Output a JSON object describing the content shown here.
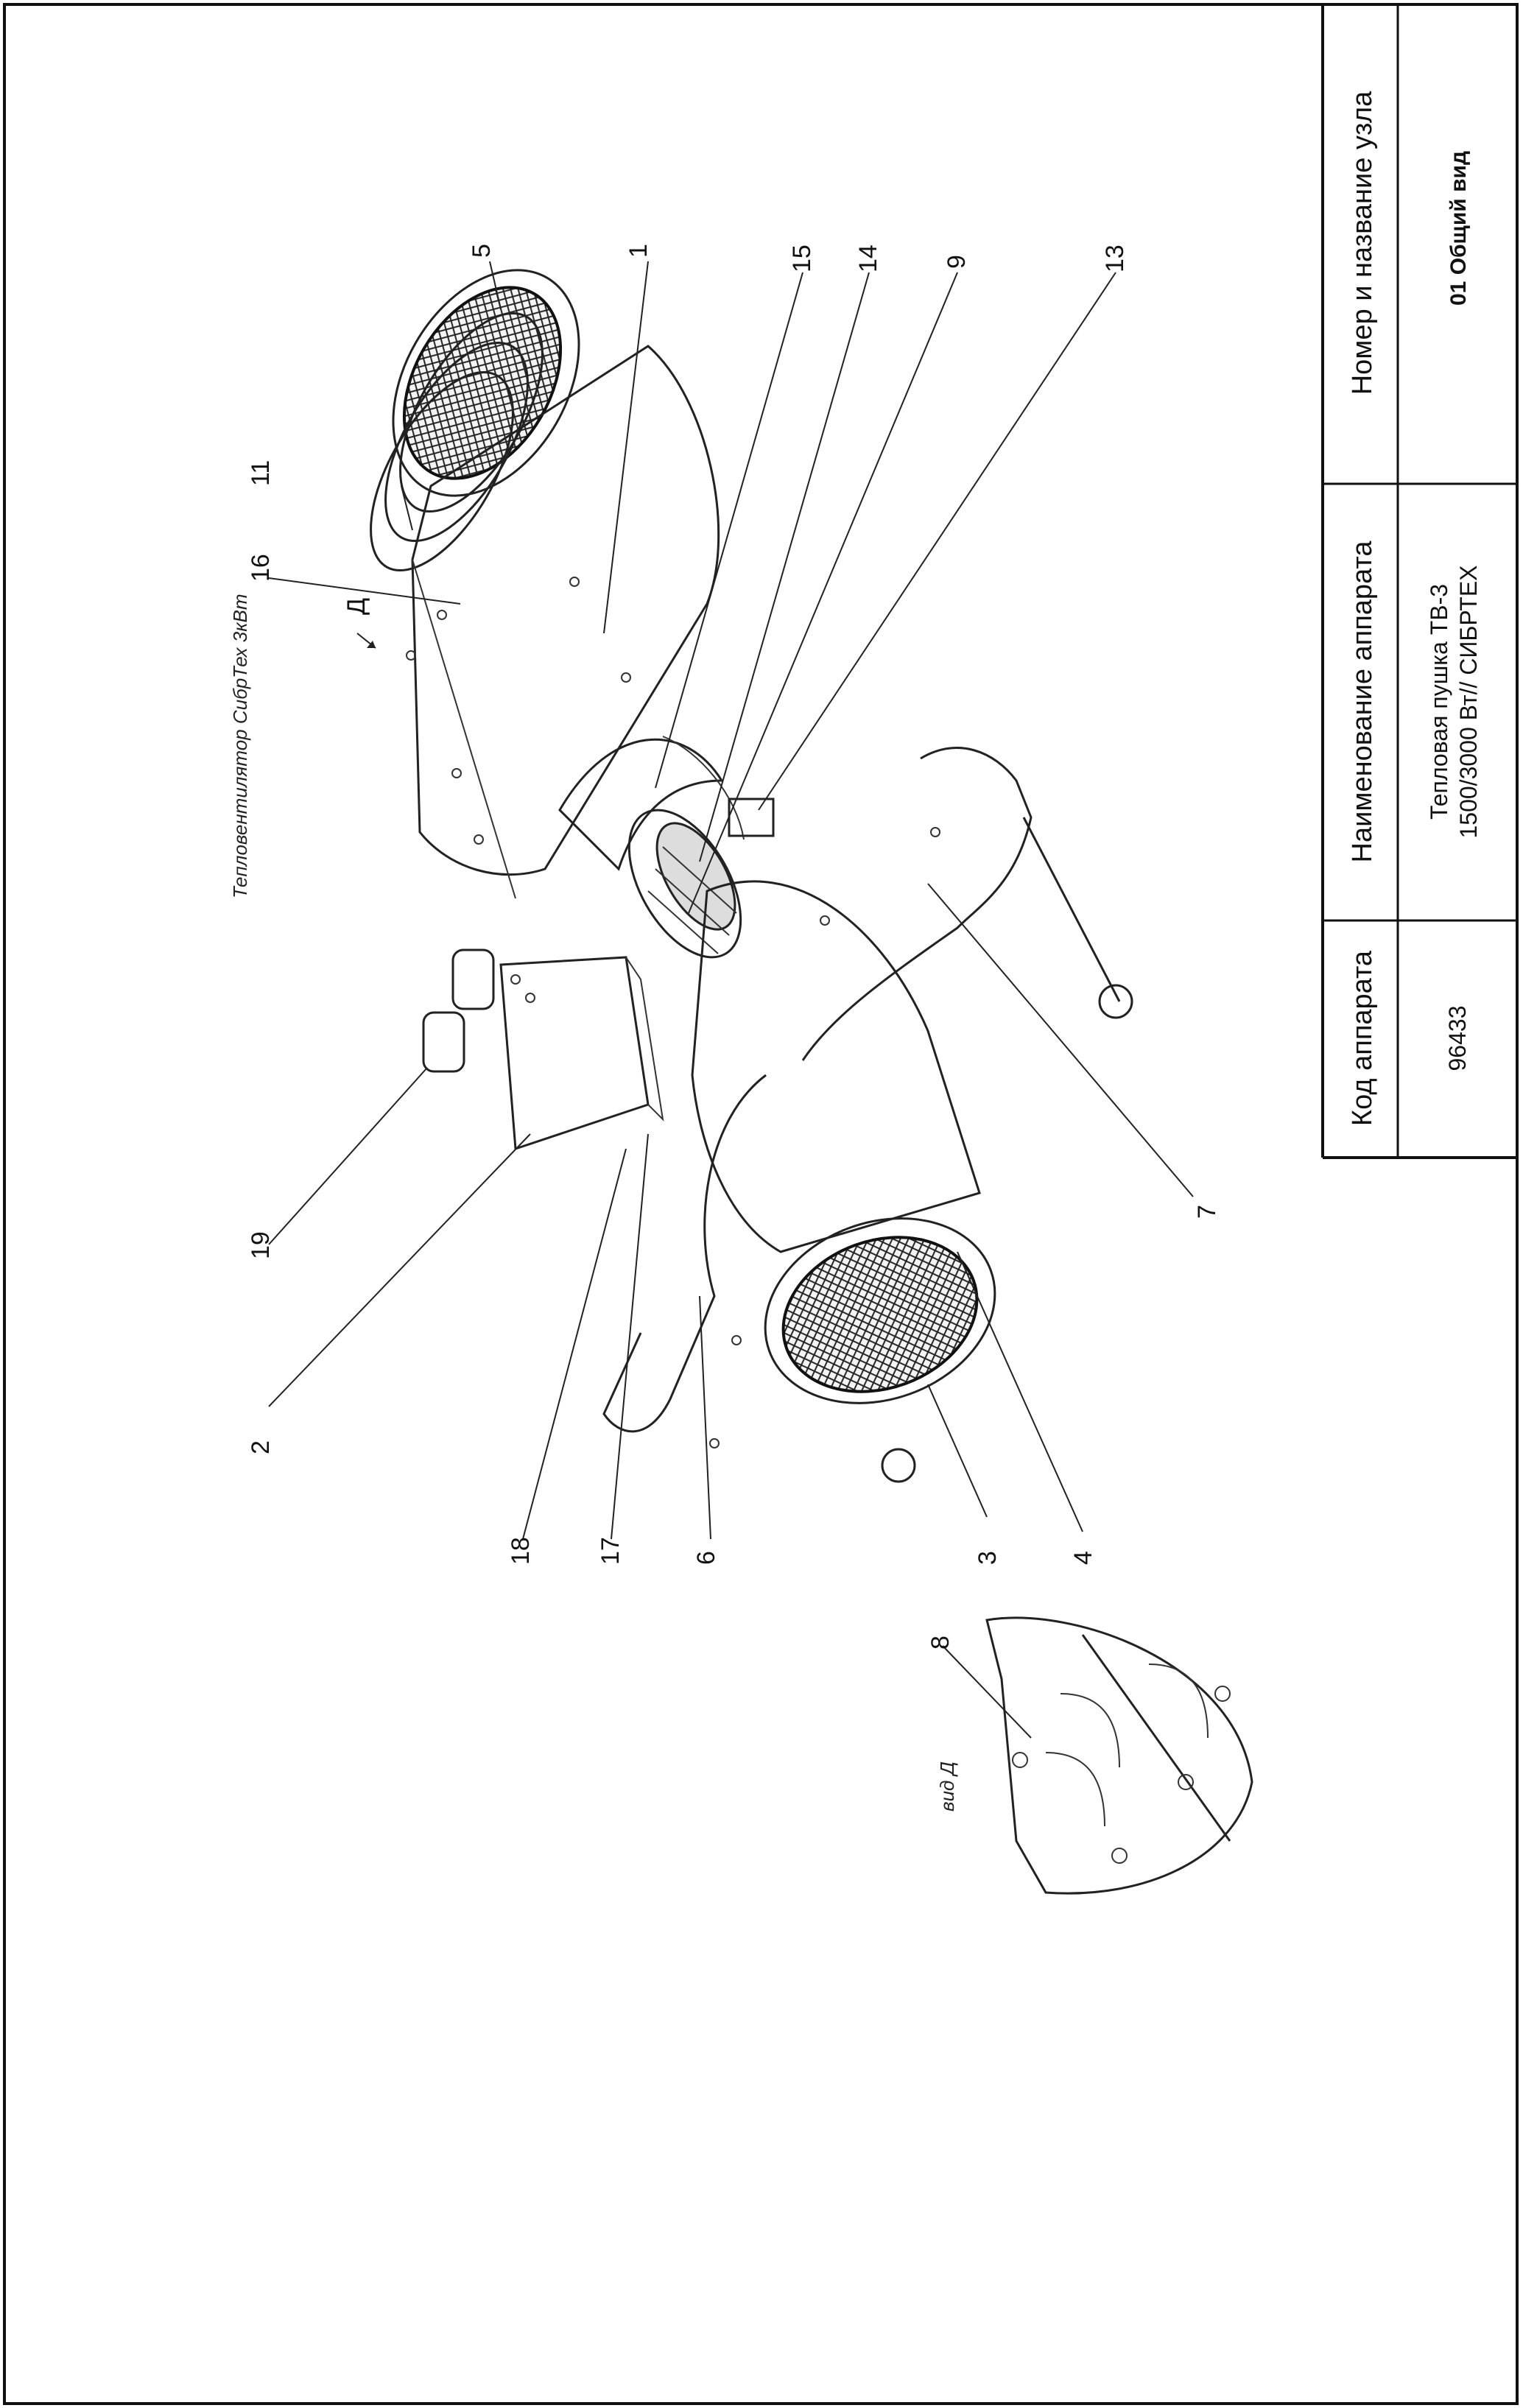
{
  "drawing": {
    "title": "Тепловентилятор СибрТех 3кВт",
    "view_label": "вид Д",
    "view_marker": "Д",
    "callouts": [
      "1",
      "2",
      "3",
      "4",
      "5",
      "6",
      "7",
      "8",
      "9",
      "11",
      "13",
      "14",
      "15",
      "16",
      "17",
      "18",
      "19"
    ]
  },
  "title_block": {
    "headers": {
      "code": "Код аппарата",
      "name": "Наименование аппарата",
      "node": "Номер и название узла"
    },
    "values": {
      "code": "96433",
      "name_line1": "Тепловая пушка ТВ-3",
      "name_line2": "1500/3000 Вт// СИБРТЕХ",
      "node": "01 Общий вид"
    }
  }
}
